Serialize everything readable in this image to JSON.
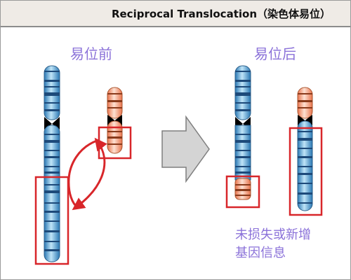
{
  "title": "Reciprocal Translocation（染色体易位）",
  "labels": {
    "before": "易位前",
    "after": "易位后"
  },
  "note": {
    "line1": "未损失或新增",
    "line2": "基因信息"
  },
  "colors": {
    "blue_chromosome": "#4aa0d6",
    "orange_chromosome": "#f08e6a",
    "band": "#1d4a7a",
    "centromere": "#000000",
    "highlight_box": "#d8262a",
    "label_text": "#8b72d9",
    "arrow_gray": "#d4d4d4"
  },
  "icons": {
    "exchange": "curved-double-arrow-icon",
    "process": "right-arrow-icon"
  }
}
